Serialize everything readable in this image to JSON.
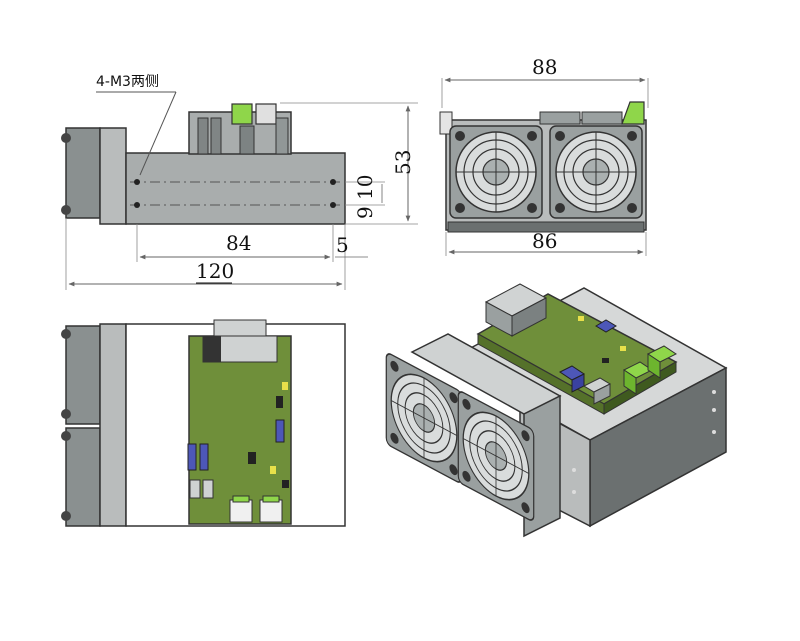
{
  "annotation": {
    "label": "4-M3两侧"
  },
  "side_view": {
    "dims": {
      "length_total": "120",
      "length_body": "84",
      "offset_end": "5",
      "height": "53",
      "hole_spacing": "9",
      "hole_offset": "10"
    }
  },
  "front_view": {
    "dims": {
      "width_top": "88",
      "width_bottom": "86"
    }
  },
  "colors": {
    "body_grey": "#b9bcbc",
    "dark_grey": "#5f6565",
    "fan_grey": "#8a9090",
    "pcb_green": "#6f8f3a",
    "terminal_green": "#8fd64a",
    "chip_blue": "#4d57b8",
    "dim_line": "#666666"
  }
}
